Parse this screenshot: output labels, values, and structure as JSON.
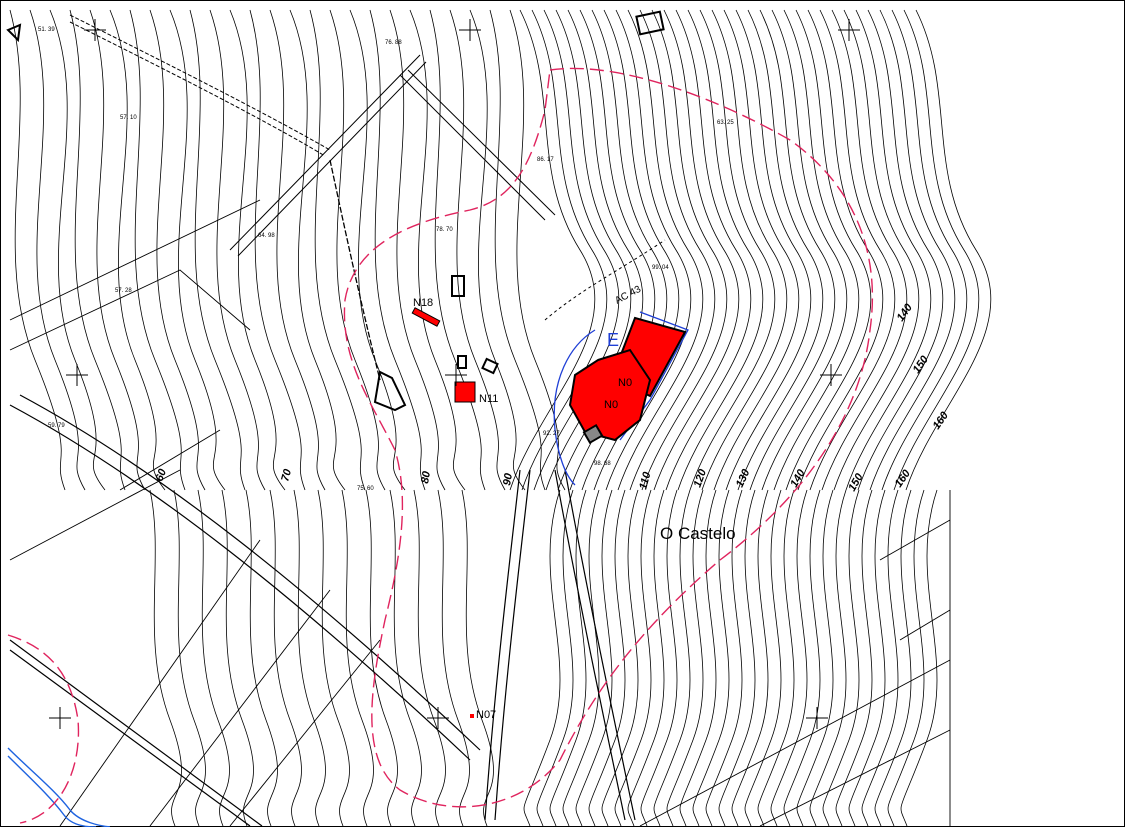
{
  "map": {
    "place_name": "O Castelo",
    "zone_label": "E",
    "road_label": "AC 43",
    "contour_labels": [
      "60",
      "70",
      "80",
      "90",
      "110",
      "120",
      "130",
      "140",
      "150",
      "160",
      "140",
      "150",
      "160"
    ],
    "spot_heights": [
      "51. 39",
      "76. 88",
      "57. 10",
      "63. 25",
      "86. 17",
      "78. 70",
      "64. 98",
      "99. 04",
      "57. 28",
      "59. 79",
      "92. 27",
      "98. 68",
      "75. 60"
    ],
    "site_labels": [
      "N18",
      "N11",
      "N0",
      "N0",
      "N07"
    ],
    "colors": {
      "site_fill": "#ff0000",
      "boundary_dashed": "#e0245e",
      "zone_outline": "#1f3fd6",
      "river": "#1e63e0",
      "contour": "#000000"
    }
  }
}
